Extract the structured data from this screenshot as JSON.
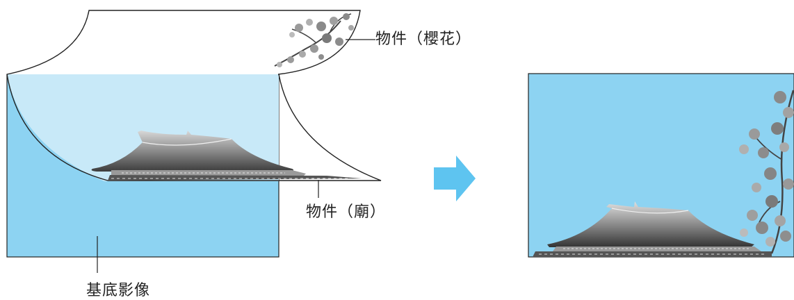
{
  "labels": {
    "object_sakura": "物件（櫻花）",
    "object_temple": "物件（廟）",
    "base_image": "基底影像"
  },
  "colors": {
    "sky_blue": "#8dd3f2",
    "sky_blue_light": "#c8e9f8",
    "arrow_blue": "#5ec4f0",
    "outline": "#222222",
    "roof_dark": "#4a4a4a",
    "roof_mid": "#8a8a8a",
    "blossom": "#9a9a9a"
  },
  "icons": {
    "arrow": "right-arrow-icon"
  }
}
